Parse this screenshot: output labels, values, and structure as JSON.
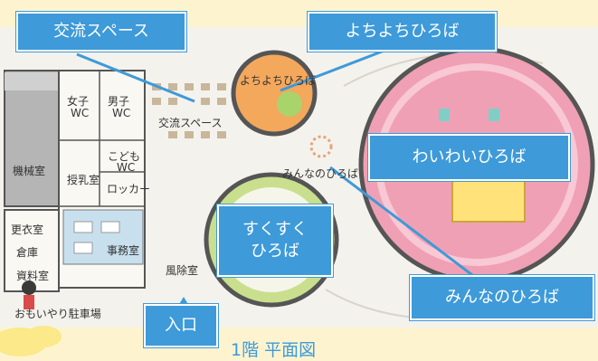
{
  "callouts": {
    "koryu": "交流スペース",
    "yochiyochi": "よちよちひろば",
    "waiwai": "わいわいひろば",
    "sukusuku_1": "すくすく",
    "sukusuku_2": "ひろば",
    "minna": "みんなのひろば",
    "iriguchi": "入口"
  },
  "floor_labels": {
    "girls_1": "女子",
    "wc_1": "WC",
    "boys_1": "男子",
    "wc_2": "WC",
    "koryu_space": "交流スペース",
    "yochiyochi": "よちよちひろば",
    "kikai": "機械室",
    "kodomo": "こども",
    "wc_3": "WC",
    "junyu": "授乳室",
    "locker": "ロッカー",
    "minna": "みんなのひろば",
    "koi": "更衣室",
    "soko": "倉庫",
    "jimu": "事務室",
    "shiryo": "資料室",
    "fujo": "風除室",
    "parking": "おもいやり駐車場"
  },
  "caption": "1階 平面図",
  "colors": {
    "background": "#fdf4cf",
    "callout": "#3e9ad8",
    "waiwai_floor": "#f0a0b4",
    "yochiyochi_floor": "#f4a85c",
    "sukusuku_floor": "#c9df8e",
    "office": "#c8e0ee"
  }
}
